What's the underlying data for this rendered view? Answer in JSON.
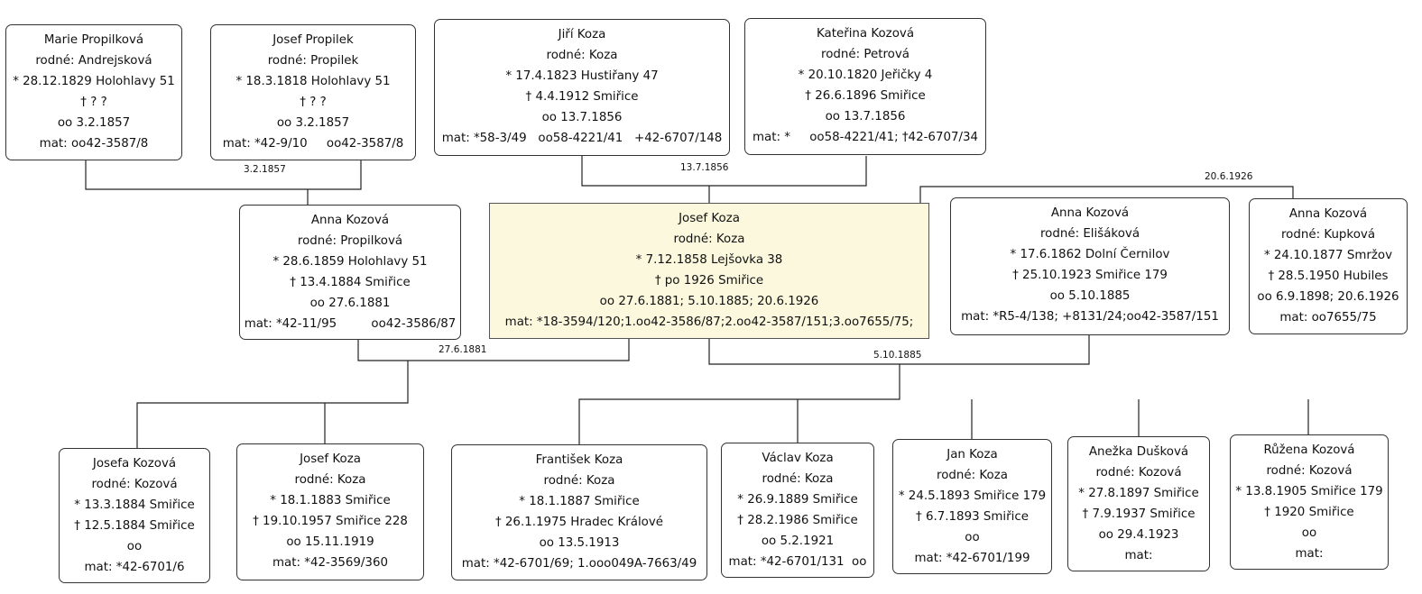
{
  "people": {
    "marie": [
      "Marie Propilková",
      "rodné: Andrejsková",
      "* 28.12.1829 Holohlavy 51",
      "† ? ?",
      "oo 3.2.1857",
      "mat: oo42-3587/8"
    ],
    "josef_p": [
      "Josef Propilek",
      "rodné: Propilek",
      "* 18.3.1818 Holohlavy 51",
      "† ? ?",
      "oo 3.2.1857",
      "mat: *42-9/10     oo42-3587/8"
    ],
    "jiri": [
      "Jiří Koza",
      "rodné: Koza",
      "* 17.4.1823 Hustiřany 47",
      "† 4.4.1912 Smiřice",
      "oo 13.7.1856",
      "mat: *58-3/49   oo58-4221/41   +42-6707/148"
    ],
    "katerina": [
      "Kateřina Kozová",
      "rodné: Petrová",
      "* 20.10.1820 Jeřičky 4",
      "† 26.6.1896 Smiřice",
      "oo 13.7.1856",
      "mat: *     oo58-4221/41; †42-6707/34"
    ],
    "anna1": [
      "Anna Kozová",
      "rodné: Propilková",
      "* 28.6.1859 Holohlavy 51",
      "† 13.4.1884 Smiřice",
      "oo 27.6.1881",
      "mat: *42-11/95         oo42-3586/87"
    ],
    "josef_ego": [
      "Josef Koza",
      "rodné: Koza",
      "* 7.12.1858 Lejšovka 38",
      "† po 1926 Smiřice",
      "oo 27.6.1881; 5.10.1885; 20.6.1926",
      "mat: *18-3594/120;1.oo42-3586/87;2.oo42-3587/151;3.oo7655/75;"
    ],
    "anna2": [
      "Anna Kozová",
      "rodné: Elišáková",
      "* 17.6.1862 Dolní Černilov",
      "† 25.10.1923 Smiřice 179",
      "oo 5.10.1885",
      "mat: *R5-4/138; +8131/24;oo42-3587/151"
    ],
    "anna3": [
      "Anna Kozová",
      "rodné: Kupková",
      "* 24.10.1877 Smržov",
      "† 28.5.1950 Hubiles",
      "oo 6.9.1898; 20.6.1926",
      "mat: oo7655/75"
    ],
    "josefa": [
      "Josefa Kozová",
      "rodné: Kozová",
      "* 13.3.1884 Smiřice",
      "† 12.5.1884 Smiřice",
      "oo",
      "mat: *42-6701/6"
    ],
    "josef_c": [
      "Josef Koza",
      "rodné: Koza",
      "* 18.1.1883 Smiřice",
      "† 19.10.1957 Smiřice 228",
      "oo 15.11.1919",
      "mat: *42-3569/360"
    ],
    "frantisek": [
      "František Koza",
      "rodné: Koza",
      "* 18.1.1887 Smiřice",
      "† 26.1.1975 Hradec Králové",
      "oo 13.5.1913",
      "mat: *42-6701/69; 1.ooo049A-7663/49"
    ],
    "vaclav": [
      "Václav Koza",
      "rodné: Koza",
      "* 26.9.1889 Smiřice",
      "† 28.2.1986 Smiřice",
      "oo 5.2.1921",
      "mat: *42-6701/131  oo"
    ],
    "jan": [
      "Jan Koza",
      "rodné: Koza",
      "* 24.5.1893 Smiřice 179",
      "† 6.7.1893 Smiřice",
      "oo",
      "mat: *42-6701/199"
    ],
    "anezka": [
      "Anežka Dušková",
      "rodné: Kozová",
      "* 27.8.1897 Smiřice",
      "† 7.9.1937 Smiřice",
      "oo 29.4.1923",
      "mat:"
    ],
    "ruzena": [
      "Růžena Kozová",
      "rodné: Kozová",
      "* 13.8.1905 Smiřice 179",
      "† 1920 Smiřice",
      "oo",
      "mat:"
    ]
  },
  "marriage_dates": {
    "propilek": "3.2.1857",
    "koza_parents": "13.7.1856",
    "third": "20.6.1926",
    "first": "27.6.1881",
    "second": "5.10.1885"
  }
}
